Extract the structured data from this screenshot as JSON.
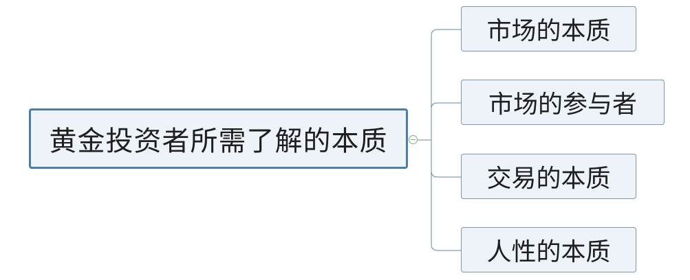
{
  "mindmap": {
    "central_topic": "黄金投资者所需了解的本质",
    "subtopics": [
      {
        "label": "市场的本质"
      },
      {
        "label": "市场的参与者"
      },
      {
        "label": "交易的本质"
      },
      {
        "label": "人性的本质"
      }
    ]
  },
  "colors": {
    "node_fill": "#eef3fa",
    "central_border": "#4a7ea6",
    "subtopic_border": "#7b97b2",
    "connector": "#5d8aa6",
    "collapse_handle": "#7fb069"
  }
}
